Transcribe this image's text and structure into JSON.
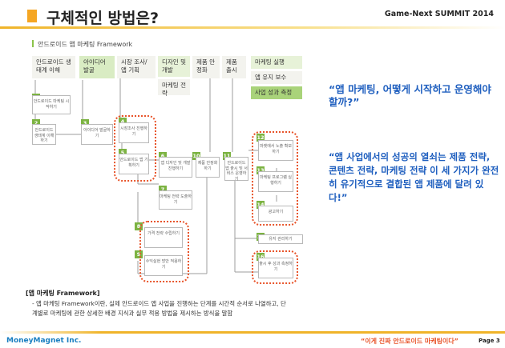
{
  "header": {
    "title": "구체적인 방법은?",
    "event": "Game-Next SUMMIT 2014"
  },
  "framework": {
    "label": "안드로이드 앱 마케팅 Framework",
    "stages": [
      "안드로이드 생태계 이해",
      "아이디어 발굴",
      "시장 조사/ 앱 기획",
      "디자인 및 개발",
      "마케팅 전략",
      "제품 안정화",
      "제품 출시",
      "마케팅 실행",
      "앱 유지 보수",
      "사업 성과 측정"
    ],
    "steps": [
      {
        "n": "1",
        "text": "안드로이드 마케팅 시작하기"
      },
      {
        "n": "2",
        "text": "안드로이드 생태계 이해하기"
      },
      {
        "n": "3",
        "text": "아이디어 발굴하기"
      },
      {
        "n": "4",
        "text": "시장조사 진행하기"
      },
      {
        "n": "5",
        "text": "안드로이드 앱 기획하기"
      },
      {
        "n": "6",
        "text": "앱 디자인 및 개발 진행하기"
      },
      {
        "n": "7",
        "text": "마케팅 전략 도출하기"
      },
      {
        "n": "8",
        "text": "가격 전략 수립하기"
      },
      {
        "n": "9",
        "text": "수익실현 방안 적용하기"
      },
      {
        "n": "10",
        "text": "제품 안정화 하기"
      },
      {
        "n": "11",
        "text": "안드로이드 앱 출시 및 서비스 운영하기"
      },
      {
        "n": "12",
        "text": "마켓에서 노출 확보하기"
      },
      {
        "n": "13",
        "text": "마케팅 프로그램 실행하기"
      },
      {
        "n": "14",
        "text": "광고하기"
      },
      {
        "n": "15",
        "text": "유지 관리하기"
      },
      {
        "n": "16",
        "text": "출시 후 성과 측정하기"
      }
    ]
  },
  "quotes": {
    "q1": "“앱 마케팅, 어떻게 시작하고 운영해야 할까?”",
    "q2": "“앱 사업에서의 성공의 열쇠는 제품 전략, 콘텐츠 전략, 마케팅 전략 이 세 가지가 완전히 유기적으로 결합된 앱 제품에 달려 있다!”"
  },
  "note": {
    "title": "[앱 마케팅 Framework]",
    "body": "- 앱 마케팅 Framework이란, 실제 안드로이드 앱 사업을 진행하는 단계를 시간적 순서로 나열하고, 단계별로 마케팅에 관한 상세한 배경 지식과 실무 적용 방법을 제시하는 방식을 말함"
  },
  "footer": {
    "brand": "MoneyMagnet Inc.",
    "slogan": "“이게 진짜 안드로이드 마케팅이다”",
    "page": "Page 3"
  },
  "colors": {
    "accent_orange": "#f0b429",
    "step_green": "#7cb342",
    "quote_blue": "#1f5fbf",
    "highlight_red": "#e8542a"
  }
}
